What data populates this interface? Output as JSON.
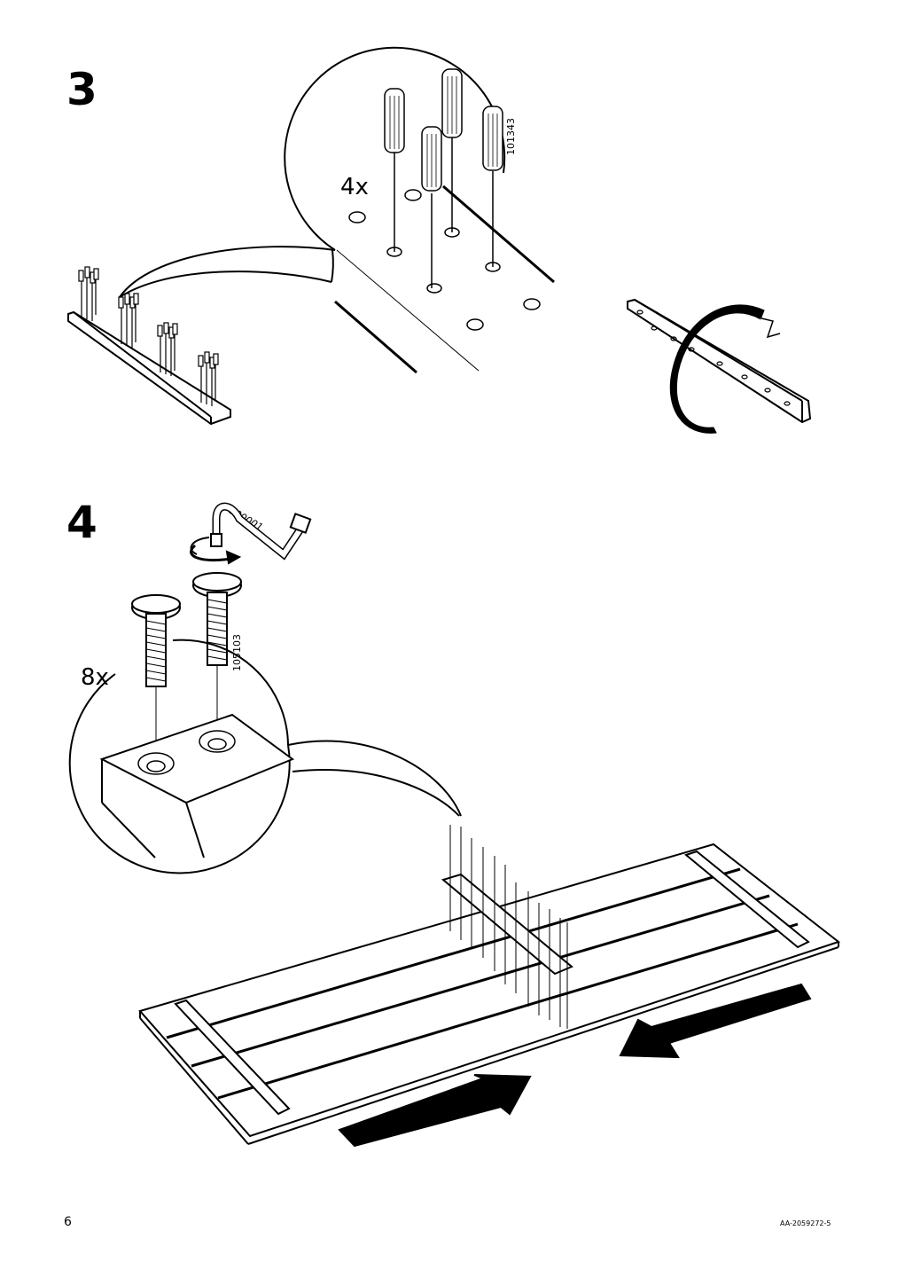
{
  "page": {
    "number": "6",
    "doc_code": "AA-2059272-5"
  },
  "step3": {
    "number": "3",
    "quantity": "4x",
    "part_number": "101343",
    "rotate_icon": "rotate-arrow-icon"
  },
  "step4": {
    "number": "4",
    "quantity": "8x",
    "bolt_part_number": "105103",
    "key_part_number": "100001",
    "tool_icon": "allen-key-icon"
  },
  "colors": {
    "ink": "#000000",
    "paper": "#ffffff"
  }
}
